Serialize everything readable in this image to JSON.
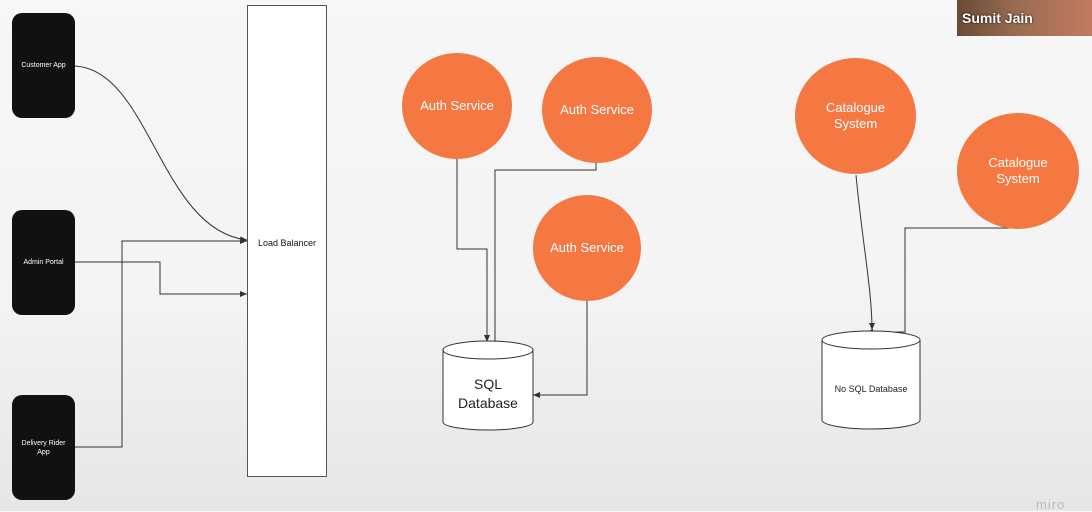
{
  "clients": {
    "customer_app": "Customer App",
    "admin_portal": "Admin Portal",
    "delivery_rider_app": "Delivery Rider App"
  },
  "load_balancer": "Load Balancer",
  "auth_services": [
    "Auth Service",
    "Auth Service",
    "Auth Service"
  ],
  "sql_database": {
    "line1": "SQL",
    "line2": "Database"
  },
  "catalogue_systems": [
    {
      "line1": "Catalogue",
      "line2": "System"
    },
    {
      "line1": "Catalogue",
      "line2": "System"
    }
  ],
  "nosql_database": "No SQL Database",
  "presenter_name": "Sumit Jain",
  "watermark": "miro",
  "colors": {
    "service_fill": "#f57843",
    "phone_fill": "#111111"
  }
}
